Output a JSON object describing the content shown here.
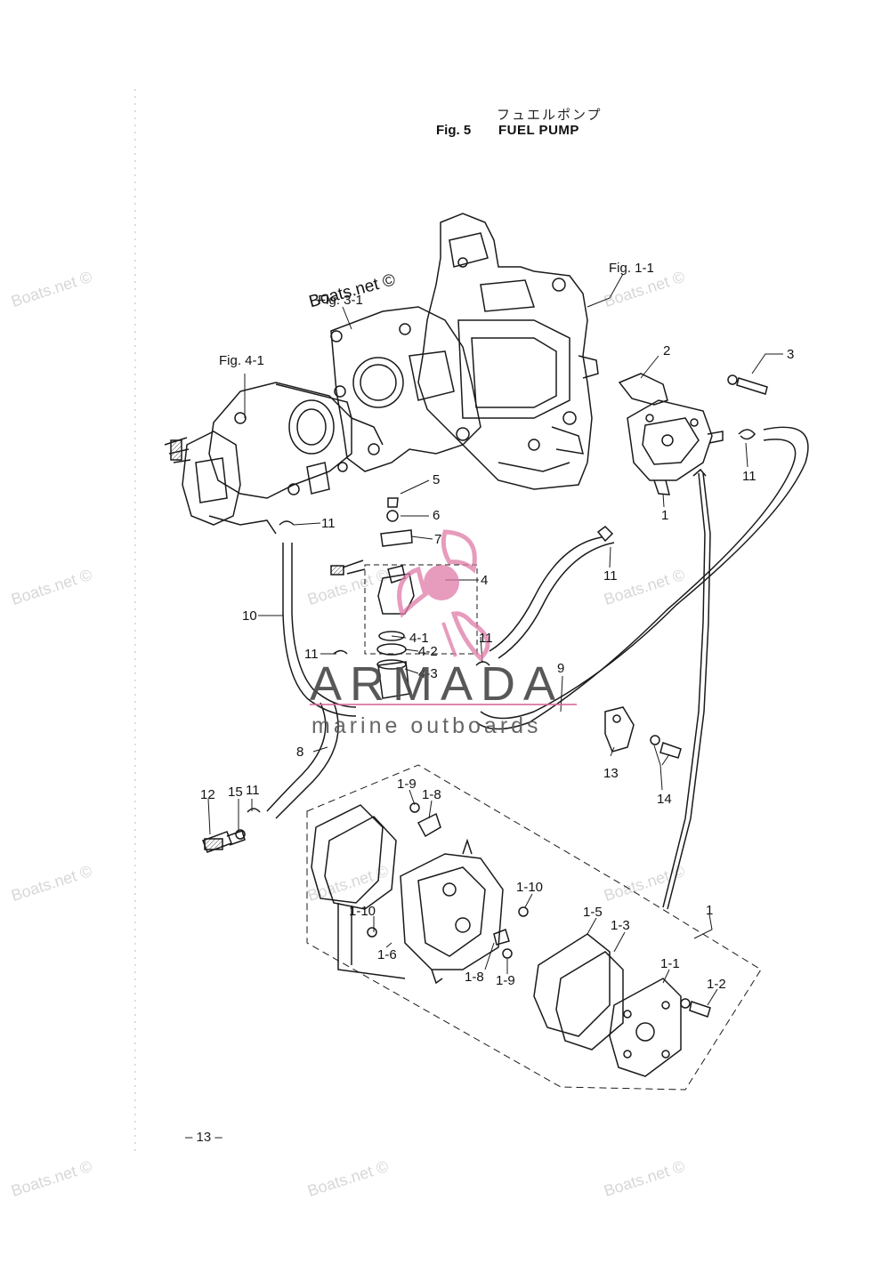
{
  "header": {
    "japanese_title": "フュエルポンプ",
    "figure_number": "Fig. 5",
    "figure_title": "FUEL PUMP"
  },
  "page_number": "– 13 –",
  "references": {
    "fig_1_1": "Fig. 1-1",
    "fig_3_1": "Fig. 3-1",
    "fig_4_1": "Fig. 4-1"
  },
  "part_labels": {
    "p1": "1",
    "p2": "2",
    "p3": "3",
    "p4": "4",
    "p5": "5",
    "p6": "6",
    "p7": "7",
    "p8": "8",
    "p9": "9",
    "p10": "10",
    "p11": "11",
    "p12": "12",
    "p13": "13",
    "p14": "14",
    "p15": "15",
    "p4_1": "4-1",
    "p4_2": "4-2",
    "p4_3": "4-3",
    "p1_1": "1-1",
    "p1_2": "1-2",
    "p1_3": "1-3",
    "p1_5": "1-5",
    "p1_6": "1-6",
    "p1_8": "1-8",
    "p1_9": "1-9",
    "p1_10": "1-10"
  },
  "watermarks": {
    "site": "Boats.net ©",
    "brand": "ARMADA",
    "brand_sub": "marine outboards"
  },
  "colors": {
    "line": "#1a1a1a",
    "watermark_grey": "#d7d7d7",
    "propeller_pink": "#e07aa8",
    "brand_underline": "#d86a9c"
  }
}
